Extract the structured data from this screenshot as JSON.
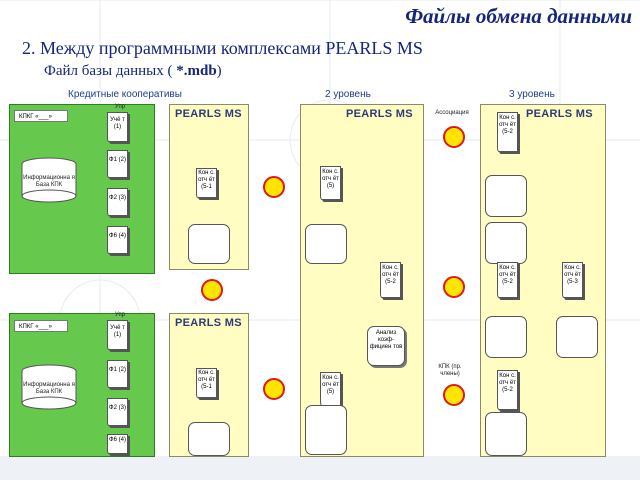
{
  "header": {
    "title": "Файлы обмена данными",
    "subtitle": "2. Между программными комплексами PEARLS MS",
    "file_line_prefix": "Файл базы данных ( ",
    "file_ext": "*.mdb",
    "file_line_suffix": ")"
  },
  "columns": {
    "col1": "Кредитные кооперативы",
    "col2": "2 уровень",
    "col3": "3 уровень"
  },
  "system_label": "PEARLS MS",
  "kpkg_label": "КПКГ «___»",
  "upr_label": "Упр",
  "info_db_label": "Информационна я База КПК",
  "forms": [
    "Учё т (1)",
    "Ф1 (2)",
    "Ф2 (3)",
    "Ф6 (4)"
  ],
  "report_labels": {
    "l2_5_1": "Кон с. отч ёт (5-1",
    "l2_5": "Кон с. отч ёт (5)",
    "l2_5_2": "Кон с. отч ёт (5-2",
    "l3_5_2": "Кон с. отч ёт (5-2",
    "l3_5_3": "Кон с. отч ёт (5-3"
  },
  "analysis_label": "Анализ коэф- фициен тов",
  "association_label": "Ассоциация",
  "kpk_members_label": "КПК (пр. члены)",
  "colors": {
    "title": "#14267a",
    "panel_green": "#66c94e",
    "panel_yellow": "#fffdc2",
    "circle_fill": "#ffe400",
    "circle_stroke": "#e0181a"
  }
}
